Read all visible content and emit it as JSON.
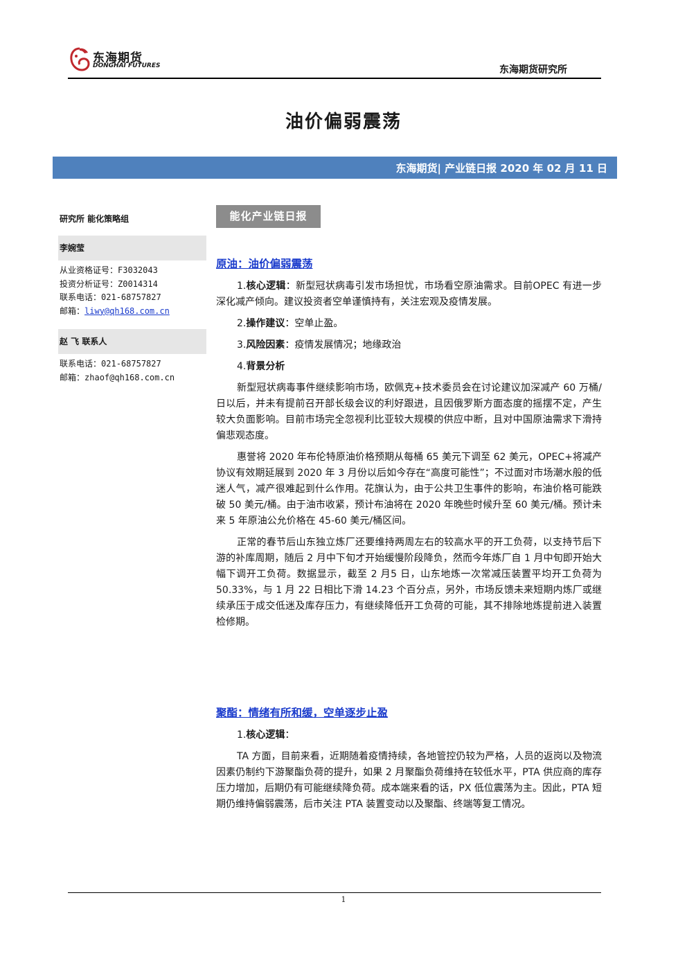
{
  "header": {
    "logo_cn": "东海期货",
    "logo_en": "DONGHAI FUTURES",
    "org_name": "东海期货研究所"
  },
  "title": "油价偏弱震荡",
  "banner": "东海期货| 产业链日报 2020 年 02 月 11 日",
  "sidebar": {
    "dept": "研究所 能化策略组",
    "analyst1": {
      "name": "李婉莹",
      "lines": [
        {
          "label": "从业资格证号：",
          "value": "F3032043"
        },
        {
          "label": "投资分析证号：",
          "value": "Z0014314"
        },
        {
          "label": "联系电话：",
          "value": "021-68757827"
        }
      ],
      "email_label": "邮箱：",
      "email": "liwy@qh168.com.cn"
    },
    "analyst2": {
      "name": "赵 飞 联系人",
      "lines": [
        {
          "label": "联系电话：",
          "value": "021-68757827"
        }
      ],
      "email_label": "邮箱：",
      "email": "zhaof@qh168.com.cn"
    }
  },
  "tag": "能化产业链日报",
  "sections": [
    {
      "title": "原油：油价偏弱震荡",
      "core_num": "1.",
      "core_label": "核心逻辑",
      "core_text": "：新型冠状病毒引发市场担忧，市场看空原油需求。目前OPEC 有进一步深化减产倾向。建议投资者空单谨慎持有，关注宏观及疫情发展。",
      "op_num": "2.",
      "op_label": "操作建议",
      "op_text": "：空单止盈。",
      "risk_num": "3.",
      "risk_label": "风险因素",
      "risk_text": "：疫情发展情况；地缘政治",
      "bg_num": "4.",
      "bg_label": "背景分析",
      "paras": [
        "新型冠状病毒事件继续影响市场，欧佩克+技术委员会在讨论建议加深减产 60 万桶/日以后，并未有提前召开部长级会议的利好跟进，且因俄罗斯方面态度的摇摆不定，产生较大负面影响。目前市场完全忽视利比亚较大规模的供应中断，且对中国原油需求下滑持偏悲观态度。",
        "惠誉将 2020 年布伦特原油价格预期从每桶 65 美元下调至 62 美元，OPEC+将减产协议有效期延展到 2020 年 3 月份以后如今存在“高度可能性”；不过面对市场潮水般的低迷人气，减产很难起到什么作用。花旗认为，由于公共卫生事件的影响，布油价格可能跌破 50 美元/桶。由于油市收紧，预计布油将在 2020 年晚些时候升至 60 美元/桶。预计未来 5 年原油公允价格在 45-60 美元/桶区间。",
        "正常的春节后山东独立炼厂还要维持两周左右的较高水平的开工负荷，以支持节后下游的补库周期，随后 2 月中下旬才开始缓慢阶段降负，然而今年炼厂自 1 月中旬即开始大幅下调开工负荷。数据显示，截至 2 月5 日，山东地炼一次常减压装置平均开工负荷为 50.33%，与 1 月 22 日相比下滑 14.23 个百分点，另外，市场反馈未来短期内炼厂或继续承压于成交低迷及库存压力，有继续降低开工负荷的可能，其不排除地炼提前进入装置检修期。"
      ]
    },
    {
      "title": "聚酯：情绪有所和缓，空单逐步止盈",
      "core_num": "1.",
      "core_label": "核心逻辑",
      "core_text": "：",
      "paras": [
        "TA 方面，目前来看，近期随着疫情持续，各地管控仍较为严格，人员的返岗以及物流因素仍制约下游聚酯负荷的提升，如果 2 月聚酯负荷维持在较低水平，PTA 供应商的库存压力增加，后期仍有可能继续降负荷。成本端来看的话，PX 低位震荡为主。因此，PTA 短期仍维持偏弱震荡，后市关注 PTA 装置变动以及聚酯、终端等复工情况。"
      ]
    }
  ],
  "page_number": "1"
}
